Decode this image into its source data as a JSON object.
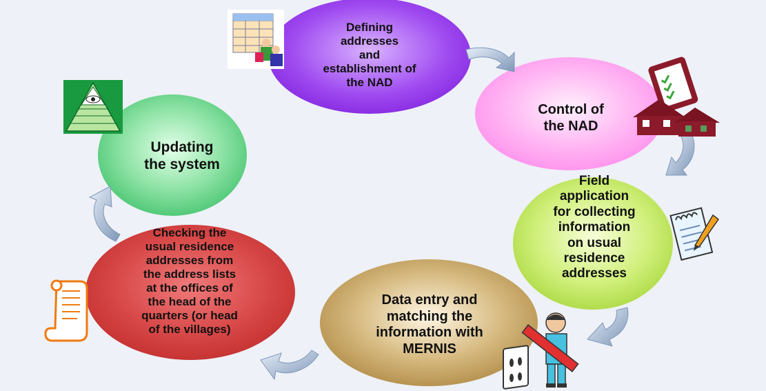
{
  "steps": {
    "define": {
      "lines": [
        "Defining",
        "addresses",
        "and",
        "establishment of",
        "the NAD"
      ],
      "color": "#9933ee"
    },
    "control": {
      "lines": [
        "Control of",
        "the NAD"
      ],
      "color": "#ff88ee"
    },
    "field": {
      "lines": [
        "Field",
        "application",
        "for collecting",
        "information",
        "on usual",
        "residence",
        "addresses"
      ],
      "color": "#aadd44"
    },
    "entry": {
      "lines": [
        "Data entry and",
        "matching the",
        "information with",
        "MERNIS"
      ],
      "color": "#c9a25c"
    },
    "checking": {
      "lines": [
        "Checking the",
        "usual residence",
        "addresses from",
        "the address lists",
        "at the offices of",
        "the head of the",
        "quarters (or head",
        "of the villages)"
      ],
      "color": "#cc3333"
    },
    "updating": {
      "lines": [
        "Updating",
        "the system"
      ],
      "color": "#44cc77"
    }
  },
  "icons": [
    "spreadsheet-people-icon",
    "clipboard-houses-icon",
    "pyramid-eye-icon",
    "notepad-pen-icon",
    "man-ruler-icon",
    "scroll-icon",
    "electric-outlet-icon"
  ],
  "arrow_color": "#8fa6c4"
}
